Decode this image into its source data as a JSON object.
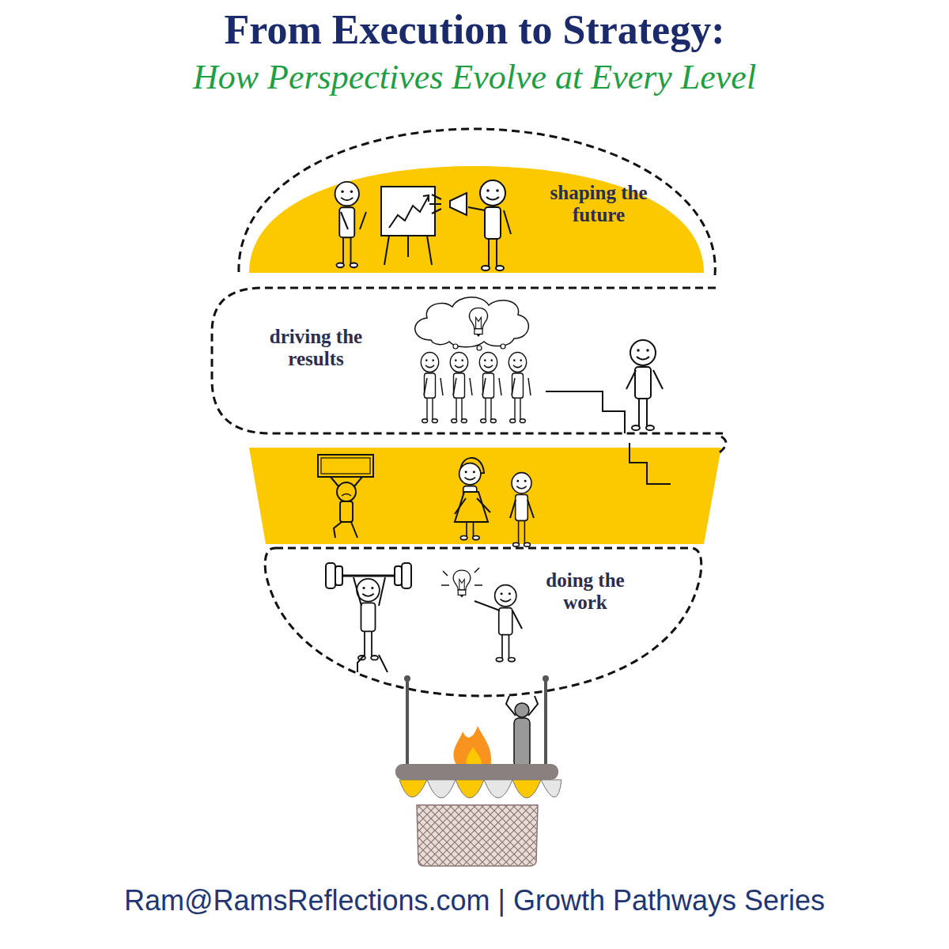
{
  "diagram": {
    "title": "From Execution to Strategy:",
    "caption": "Ram@RamsReflections.com | Growth Pathways Series",
    "nodes": [
      {
        "text": [
          "shaping the future"
        ]
      },
      {
        "text": [
          "driving the results"
        ]
      },
      {
        "text": [
          "doing the work"
        ]
      }
    ],
    "labels": [
      "How Perspectives Evolve at Every Level"
    ]
  }
}
